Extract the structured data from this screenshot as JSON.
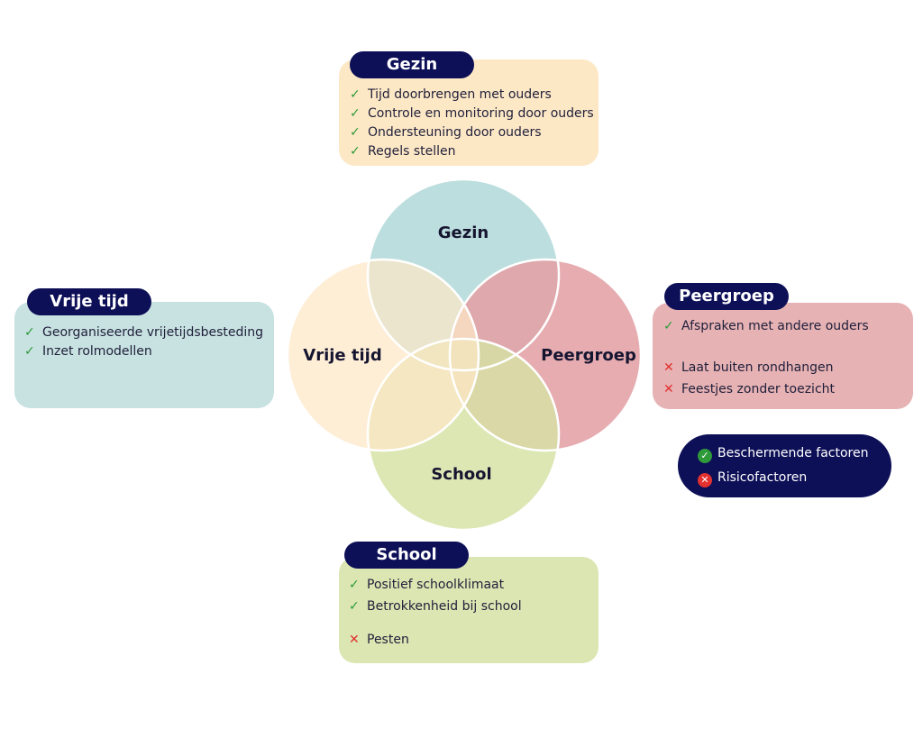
{
  "colors": {
    "gezin": "#bddede",
    "peergroep": "#e3a1a5",
    "school": "#d5e2a4",
    "vrije_tijd": "#fde8c6",
    "tag_bg": "#0d0f57",
    "check": "#2e9a3a",
    "cross": "#e2312f"
  },
  "venn": {
    "gezin": "Gezin",
    "peergroep": "Peergroep",
    "school": "School",
    "vrije_tijd": "Vrije tijd"
  },
  "panels": {
    "gezin": {
      "title": "Gezin",
      "items": [
        {
          "icon": "check-icon",
          "text": "Tijd doorbrengen met ouders"
        },
        {
          "icon": "check-icon",
          "text": "Controle en monitoring door ouders"
        },
        {
          "icon": "check-icon",
          "text": "Ondersteuning door ouders"
        },
        {
          "icon": "check-icon",
          "text": "Regels stellen"
        }
      ]
    },
    "vrije_tijd": {
      "title": "Vrije tijd",
      "items": [
        {
          "icon": "check-icon",
          "text": "Georganiseerde vrijetijdsbesteding"
        },
        {
          "icon": "check-icon",
          "text": "Inzet rolmodellen"
        }
      ]
    },
    "peergroep": {
      "title": "Peergroep",
      "items": [
        {
          "icon": "check-icon",
          "text": "Afspraken met andere ouders"
        },
        {
          "icon": "cross-icon",
          "text": "Laat buiten rondhangen"
        },
        {
          "icon": "cross-icon",
          "text": "Feestjes zonder toezicht"
        }
      ]
    },
    "school": {
      "title": "School",
      "items": [
        {
          "icon": "check-icon",
          "text": "Positief schoolklimaat"
        },
        {
          "icon": "check-icon",
          "text": "Betrokkenheid bij school"
        },
        {
          "icon": "cross-icon",
          "text": "Pesten"
        }
      ]
    }
  },
  "legend": {
    "protective": "Beschermende factoren",
    "risk": "Risicofactoren"
  }
}
